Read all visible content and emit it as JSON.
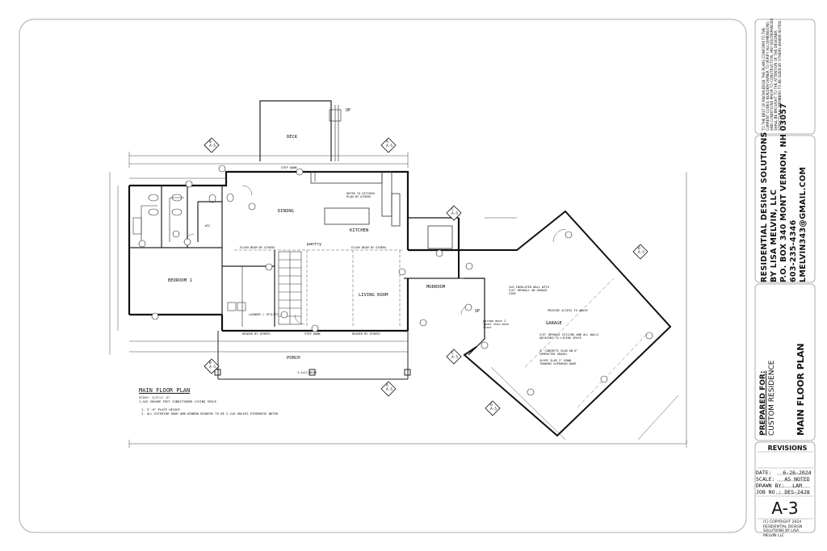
{
  "firm": {
    "name": "RESIDENTIAL DESIGN SOLUTIONS",
    "by": "BY LISA MELVIN, LLC",
    "address": "P.O. BOX 340  MONT VERNON, NH 03057",
    "phone": "603-235-4346",
    "email": "LMELVIN343@GMAIL.COM"
  },
  "prepared_for": {
    "label": "PREPARED FOR:",
    "client": "CUSTOM RESIDENCE"
  },
  "sheet_title": "MAIN FLOOR PLAN",
  "revisions_label": "REVISIONS",
  "info": {
    "date_label": "DATE:",
    "date": "6-26-2024",
    "scale_label": "SCALE:",
    "scale": "AS NOTED",
    "drawn_label": "DRAWN BY:",
    "drawn": "LAM",
    "job_label": "JOB NO.:",
    "job": "DES-2428"
  },
  "sheet_number": "A-3",
  "copyright": "(C) COPYRIGHT 2024 RESIDENTIAL DESIGN SOLUTIONS BY LISA MELVIN LLC",
  "disclaimer": "TO THE BEST OF KNOWLEDGE THE PLANS CONFORM TO THE CURRENT CODES. BUILDER/OWNER TO VERIFY ALL DIMENSIONS AND CONDITIONS PRIOR TO CONSTRUCTION. ANY DISCREPANCIES SHALL BE BROUGHT TO THE ATTENTION OF THE DESIGNER. STRUCTURAL MEMBERS TO BE SIZED BY OTHERS WHERE NOTED.",
  "plan": {
    "title": "MAIN FLOOR PLAN",
    "scale_note": "SCALE: 1/4\"=1'-0\"",
    "area_note": "1,XXX SQUARE FEET CONDITIONED LIVING SPACE",
    "note1": "1. 9'-0\" PLATE HEIGHT",
    "note2": "2. ALL EXTERIOR DOOR AND WINDOW HEADERS TO BE 2-2x8 UNLESS OTHERWISE NOTED",
    "rooms": {
      "deck": "DECK",
      "dining": "DINING",
      "kitchen": "KITCHEN",
      "bedroom": "BEDROOM 1",
      "living": "LIVING ROOM",
      "mudroom": "MUDROOM",
      "garage": "GARAGE",
      "porch": "PORCH",
      "laundry": "LAUNDRY / UTILITY",
      "pantry": "pantry",
      "wic": "WIC"
    },
    "notes": {
      "step_down_top": "STEP DOWN",
      "step_down_bottom": "STEP DOWN",
      "refer_kitchen": "REFER TO KITCHEN PLAN BY OTHERS",
      "flush_beam_1": "FLUSH BEAM BY OTHERS",
      "flush_beam_2": "FLUSH BEAM BY OTHERS",
      "header_1": "HEADER BY OTHERS",
      "header_2": "HEADER BY OTHERS",
      "insulated_wall": "2x6 INSULATED WALL WITH 5/8\" DRYWALL ON GARAGE SIDE",
      "provide_access": "PROVIDE ACCESS TO ABOVE",
      "garage_drywall": "5/8\" DRYWALL CEILING AND ALL WALLS ADJACENT TO LIVING SPACE",
      "slab": "4\" CONCRETE SLAB ON 6\" COMPACTED GRAVEL",
      "slope": "SLOPE SLAB 2\" DOWN TOWARDS OVERHEAD DOOR",
      "garage_down": "garage down 2'\nlower than main floor",
      "up": "UP",
      "beam": "3-2x12 BEAM"
    },
    "section_marks": [
      {
        "code": "B",
        "sheet": "A-5"
      },
      {
        "code": "A",
        "sheet": "A-5"
      },
      {
        "code": "C",
        "sheet": "A-5"
      },
      {
        "code": "D",
        "sheet": "A-5"
      }
    ]
  }
}
